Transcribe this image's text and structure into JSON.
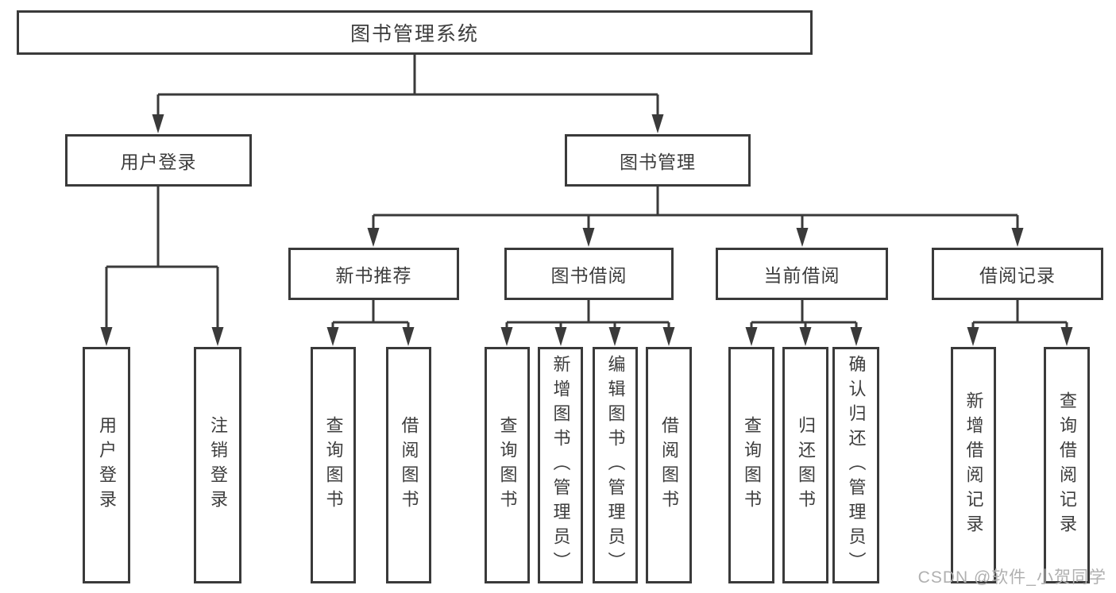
{
  "tree": {
    "root": {
      "label": "图书管理系统"
    },
    "branches": [
      {
        "label": "用户登录",
        "children": [
          {
            "label": "用户登录"
          },
          {
            "label": "注销登录"
          }
        ]
      },
      {
        "label": "图书管理",
        "children": [
          {
            "label": "新书推荐",
            "children": [
              {
                "label": "查询图书"
              },
              {
                "label": "借阅图书"
              }
            ]
          },
          {
            "label": "图书借阅",
            "children": [
              {
                "label": "查询图书"
              },
              {
                "label": "新增图书（管理员）"
              },
              {
                "label": "编辑图书（管理员）"
              },
              {
                "label": "借阅图书"
              }
            ]
          },
          {
            "label": "当前借阅",
            "children": [
              {
                "label": "查询图书"
              },
              {
                "label": "归还图书"
              },
              {
                "label": "确认归还（管理员）"
              }
            ]
          },
          {
            "label": "借阅记录",
            "children": [
              {
                "label": "新增借阅记录"
              },
              {
                "label": "查询借阅记录"
              }
            ]
          }
        ]
      }
    ]
  },
  "watermark": {
    "text": "CSDN @软件_小贺同学"
  },
  "colors": {
    "line": "#3a3a3a",
    "text": "#3d3d3d",
    "background": "#ffffff",
    "watermark": "#b0b0b0"
  }
}
